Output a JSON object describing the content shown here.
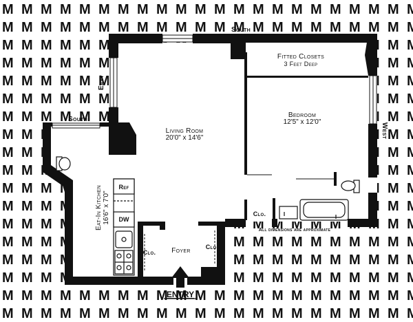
{
  "watermark": {
    "letter": "M",
    "color": "#d9d9d9"
  },
  "colors": {
    "wall": "#111111",
    "background": "#ffffff"
  },
  "compass": {
    "south_top": "South",
    "south_left": "South",
    "east": "East",
    "west": "West"
  },
  "rooms": {
    "living": {
      "name": "Living Room",
      "dims": "20'0\" x 14'6\""
    },
    "bedroom": {
      "name": "Bedroom",
      "dims": "12'5\" x 12'0\""
    },
    "closets": {
      "name": "Fitted Closets",
      "note": "3 Feet Deep"
    },
    "kitchen": {
      "name": "Eat-In Kitchen",
      "dims": "16'6\" x 7'0\""
    },
    "foyer": {
      "name": "Foyer"
    }
  },
  "fixtures": {
    "ref": "Ref",
    "dw": "DW"
  },
  "closet_labels": {
    "bath": "Clo.",
    "kitchen": "Clo.",
    "foyer": "Clo."
  },
  "note": "All dimensions are approximate",
  "entry": "ENTRY"
}
